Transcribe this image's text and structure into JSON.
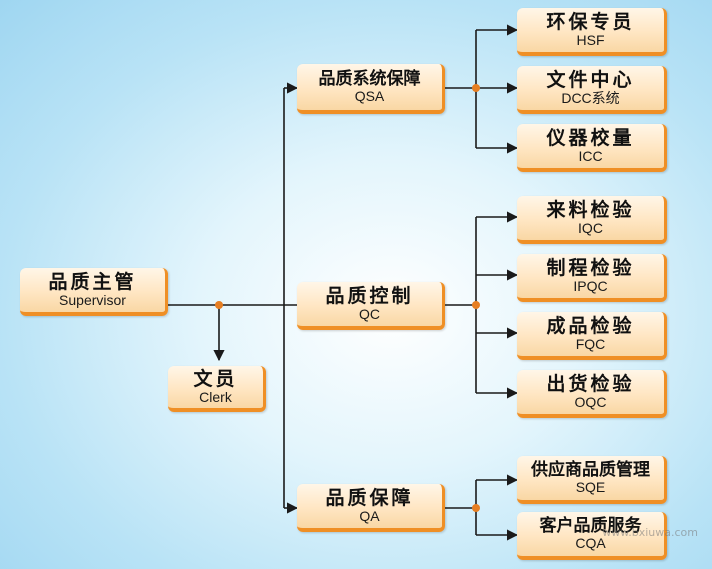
{
  "nodes": {
    "root": {
      "title": "品质主管",
      "sub": "Supervisor"
    },
    "clerk": {
      "title": "文员",
      "sub": "Clerk"
    },
    "qsa": {
      "title": "品质系统保障",
      "sub": "QSA"
    },
    "qc": {
      "title": "品质控制",
      "sub": "QC"
    },
    "qa": {
      "title": "品质保障",
      "sub": "QA"
    },
    "hsf": {
      "title": "环保专员",
      "sub": "HSF"
    },
    "dcc": {
      "title": "文件中心",
      "sub": "DCC系统"
    },
    "icc": {
      "title": "仪器校量",
      "sub": "ICC"
    },
    "iqc": {
      "title": "来料检验",
      "sub": "IQC"
    },
    "ipqc": {
      "title": "制程检验",
      "sub": "IPQC"
    },
    "fqc": {
      "title": "成品检验",
      "sub": "FQC"
    },
    "oqc": {
      "title": "出货检验",
      "sub": "OQC"
    },
    "sqe": {
      "title": "供应商品质管理",
      "sub": "SQE"
    },
    "cqa": {
      "title": "客户品质服务",
      "sub": "CQA"
    }
  },
  "colors": {
    "box_fill": "#ffe6c3",
    "box_border": "#ef8f25",
    "connector_dot": "#e67e22",
    "line": "#1a1a1a"
  },
  "watermark": "www.bxiuwa.com"
}
